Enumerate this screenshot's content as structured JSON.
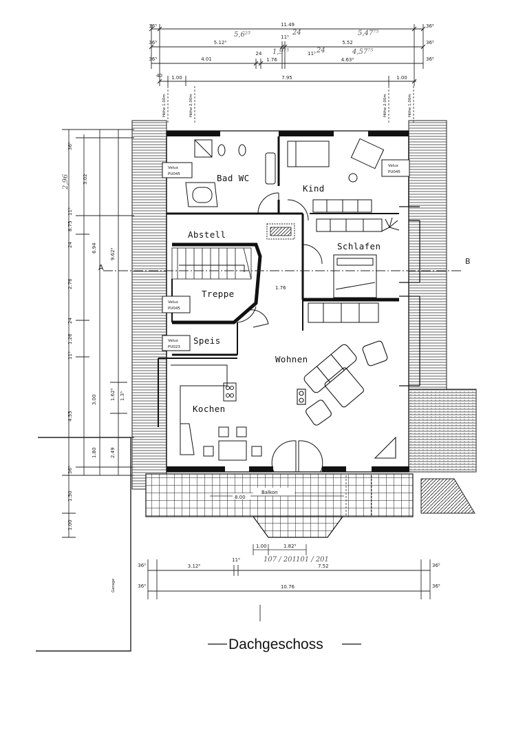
{
  "plan_title": "Dachgeschoss",
  "rooms": {
    "bad_wc": "Bad WC",
    "kind": "Kind",
    "abstell": "Abstell",
    "schlafen": "Schlafen",
    "treppe": "Treppe",
    "speis": "Speis",
    "wohnen": "Wohnen",
    "kochen": "Kochen",
    "balkon": "Balkon",
    "garage": "Garage"
  },
  "section": {
    "left": "A",
    "right": "B"
  },
  "velux": [
    {
      "line1": "Velux",
      "line2": "PU045"
    },
    {
      "line1": "Velux",
      "line2": "PU045"
    },
    {
      "line1": "Velux",
      "line2": "PU045"
    },
    {
      "line1": "Velux",
      "line2": "PU023"
    }
  ],
  "heights": {
    "h1": "Höhe 1.00m",
    "h2": "Höhe 2.00m",
    "h3": "Höhe 2.00m",
    "h4": "Höhe 1.00m"
  },
  "top_dims": {
    "row1": {
      "left": "36⁵",
      "total": "11.49",
      "right": "36⁵"
    },
    "row2": {
      "left": "36⁵",
      "a": "5.12⁵",
      "mid": "11⁵",
      "b": "5.52",
      "right": "36⁵"
    },
    "row3": {
      "left": "36⁵",
      "a": "4.01",
      "b": "24",
      "c": "1.76",
      "d": "11⁵",
      "e": "4.63⁵",
      "right": "36⁵"
    },
    "row4": {
      "left": "40",
      "a": "1.00",
      "b": "7.95",
      "right": "1.00"
    }
  },
  "handwritten": {
    "h1": "5,6²⁵",
    "h2": "24",
    "h3": "5,47⁷⁵",
    "h4": "1,9⁷⁵",
    "h5": "24",
    "h6": "4,57⁷⁵",
    "h7": "2,96",
    "h8": "107 / 201",
    "h9": "101 / 201"
  },
  "left_dims": [
    "36⁵",
    "3.02",
    "11⁵",
    "8.75",
    "24",
    "2.76",
    "24",
    "1.26",
    "11⁵",
    "3.00",
    "1.62⁵",
    "1.3⁵",
    "4.55",
    "1.80",
    "2.49",
    "36⁵",
    "1.50",
    "1.00",
    "6.94",
    "9.62⁵"
  ],
  "inner_dims": {
    "stair": "1.76",
    "balcony": "8.00",
    "bal1": "1.00",
    "bal2": "1.82⁵"
  },
  "bottom_dims": {
    "row1": {
      "left": "36⁵",
      "a": "3.12⁵",
      "b": "11⁵",
      "c": "7.52",
      "right": "36⁵"
    },
    "row2": {
      "left": "36⁵",
      "total": "10.76",
      "right": "36⁵"
    }
  }
}
